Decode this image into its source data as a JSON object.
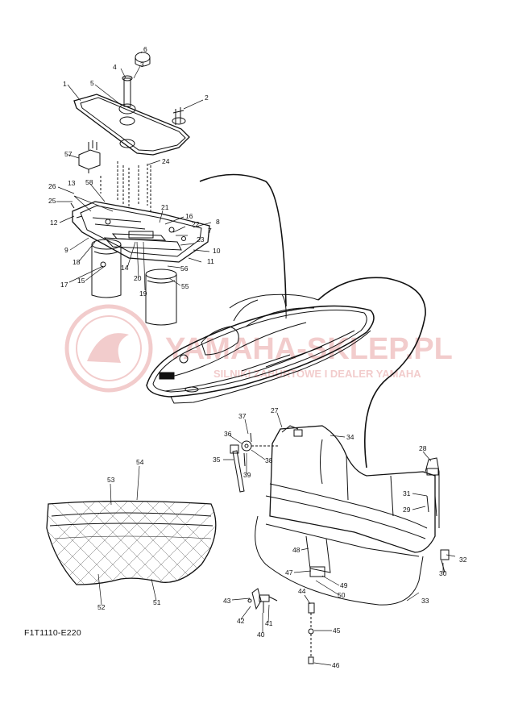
{
  "diagram_code": "F1T1110-E220",
  "watermark": {
    "title": "YAMAHA-SKLEP.PL",
    "subtitle": "SILNIKI ZABURTOWE I DEALER YAMAHA",
    "color": "#e8a3a3"
  },
  "callouts": [
    "1",
    "2",
    "3",
    "4",
    "5",
    "6",
    "7",
    "8",
    "9",
    "10",
    "11",
    "12",
    "13",
    "14",
    "15",
    "16",
    "17",
    "18",
    "19",
    "20",
    "21",
    "22",
    "23",
    "24",
    "25",
    "26",
    "27",
    "28",
    "29",
    "30",
    "31",
    "32",
    "33",
    "34",
    "35",
    "36",
    "37",
    "38",
    "39",
    "40",
    "41",
    "42",
    "43",
    "44",
    "45",
    "46",
    "47",
    "48",
    "49",
    "50",
    "51",
    "52",
    "53",
    "54",
    "55",
    "56",
    "57",
    "58"
  ]
}
